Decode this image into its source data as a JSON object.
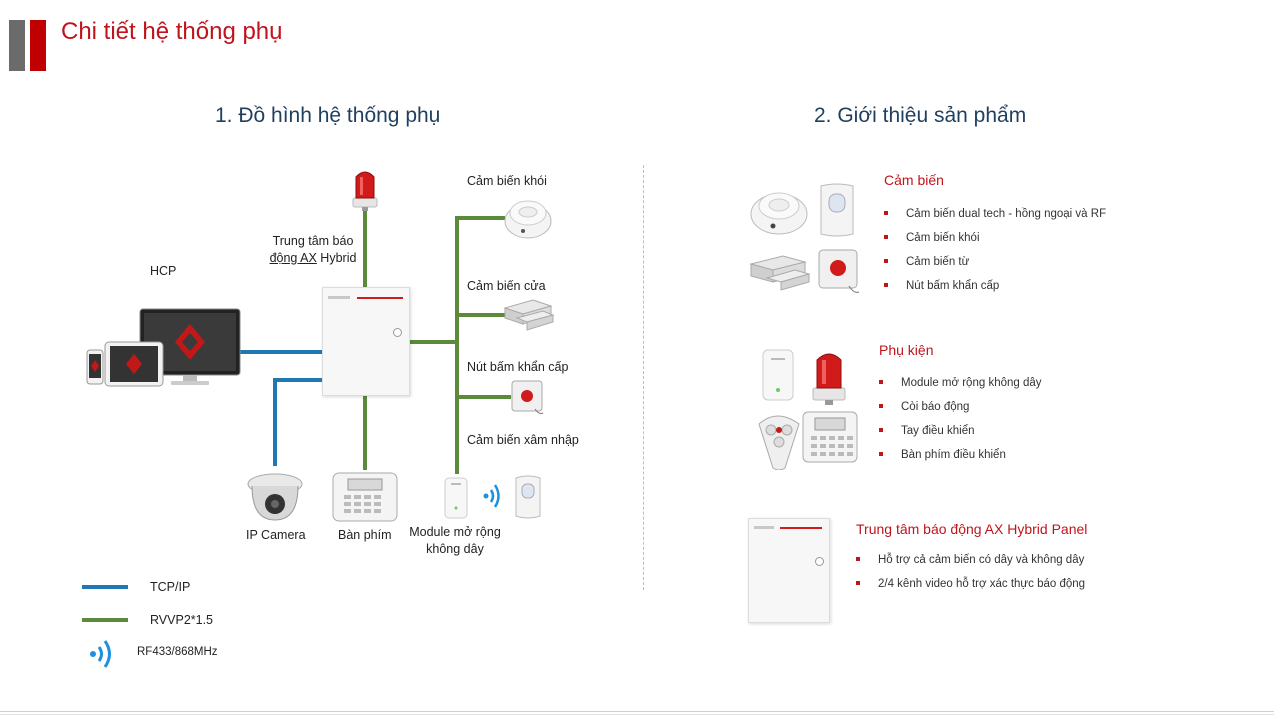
{
  "header": {
    "title": "Chi tiết hệ thống phụ"
  },
  "section1": {
    "heading": "1. Đồ hình hệ thống phụ"
  },
  "section2": {
    "heading": "2. Giới thiệu sản phẩm"
  },
  "diagram": {
    "hcp_label": "HCP",
    "panel_label_line1": "Trung tâm báo",
    "panel_label_line2_a": "động  AX",
    "panel_label_line2_b": " Hybrid",
    "smoke_label": "Cảm biến khói",
    "door_label": "Cảm biến cửa",
    "panic_label": "Nút bấm khẩn cấp",
    "intrusion_label": "Cảm biến xâm nhập",
    "ipcam_label": "IP Camera",
    "keypad_label": "Bàn phím",
    "module_label_line1": "Module mở rộng",
    "module_label_line2": "không dây"
  },
  "legend": {
    "tcpip": "TCP/IP",
    "rvvp": "RVVP2*1.5",
    "rf": "RF433/868MHz"
  },
  "products": {
    "sensors": {
      "title": "Cảm biến",
      "items": [
        "Cảm biến dual tech - hồng ngoại và RF",
        "Cảm biến khói",
        "Cảm biến từ",
        "Nút bấm khẩn cấp"
      ]
    },
    "accessories": {
      "title": "Phụ kiện",
      "items": [
        "Module mở rộng không dây",
        "Còi báo động",
        "Tay điều khiển",
        "Bàn phím điều khiển"
      ]
    },
    "panel": {
      "title": "Trung tâm báo động AX Hybrid Panel",
      "items": [
        "Hỗ trợ cả cảm biến có dây và không dây",
        "2/4 kênh video hỗ trợ xác thực báo động"
      ]
    }
  },
  "colors": {
    "brand_red": "#c0141c",
    "tcpip_blue": "#1f77b4",
    "rvvp_green": "#5a8a3a"
  }
}
